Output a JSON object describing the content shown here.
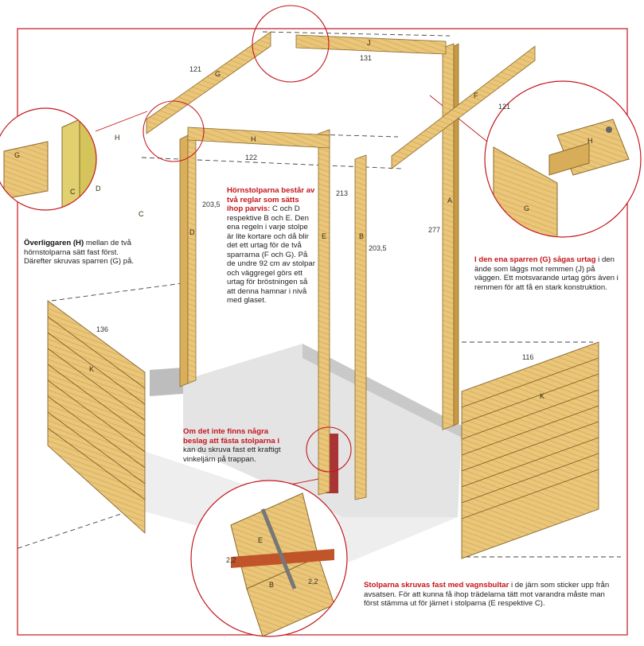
{
  "labels": {
    "A": "A",
    "B": "B",
    "C": "C",
    "D": "D",
    "E": "E",
    "F": "F",
    "G": "G",
    "H": "H",
    "J": "J",
    "K": "K"
  },
  "dimensions": {
    "g_len": "121",
    "f_len": "121",
    "j_len": "131",
    "h_len": "122",
    "d_h": "203,5",
    "e_h": "213",
    "b_h": "203,5",
    "a_h": "277",
    "k_left": "136",
    "k_right": "116",
    "gap1": "2,2",
    "gap2": "2,2"
  },
  "notes": {
    "overliggaren": {
      "lead": "Överliggaren (H)",
      "body": " mellan de två hörnstolparna sätt fast först. Därefter skruvas sparren (G) på."
    },
    "hornstolparna": {
      "lead": "Hörnstolparna består av två reglar som sätts ihop parvis:",
      "body": " C och D respektive B och E. Den ena regeln i varje stolpe är lite kortare och då blir det ett urtag för de två sparrarna (F och G). På de undre 92 cm av stolpar och väggregel görs ett urtag för bröstningen så att denna hamnar i nivå med glaset."
    },
    "sparren": {
      "lead": "I den ena sparren (G) sågas urtag",
      "body": " i den ände som läggs mot remmen (J) på väggen. Ett motsvarande urtag görs även i remmen för att få en stark konstruktion."
    },
    "beslag": {
      "lead": "Om det inte finns några beslag att fästa stolparna i",
      "body": " kan du skruva fast ett kraftigt vinkeljärn på trappan."
    },
    "vagnsbultar": {
      "lead": "Stolparna skruvas fast med vagnsbultar",
      "body": " i de järn som sticker upp från avsatsen. För att kunna få ihop trädelarna tätt mot varandra måste man först stämma ut för järnet i stolparna (E respektive C)."
    }
  },
  "colors": {
    "frame": "#c4161c",
    "wood": "#e8c476",
    "wood_dark": "#c99a44",
    "concrete": "#d8d8d8",
    "note_lead": "#c4161c"
  }
}
